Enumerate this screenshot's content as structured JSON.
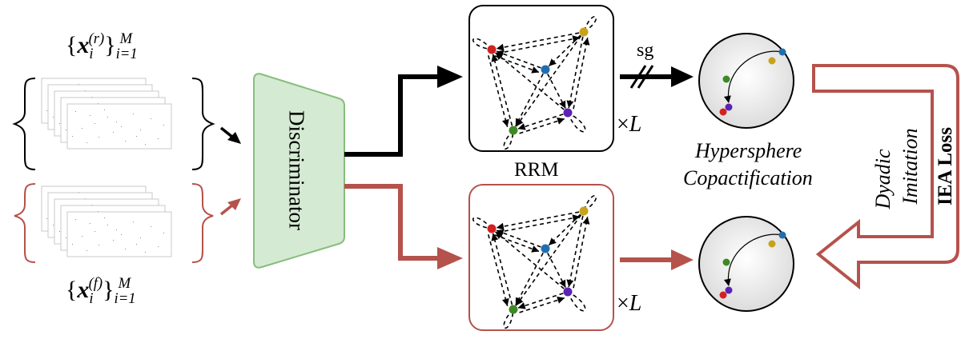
{
  "real_set": {
    "var": "x",
    "idx": "i",
    "sup": "(r)",
    "sub": "i=1",
    "upper": "M"
  },
  "fake_set": {
    "var": "x",
    "idx": "i",
    "sup": "(f)",
    "sub": "i=1",
    "upper": "M"
  },
  "discriminator_label": "Discriminator",
  "rrm_label": "RRM",
  "times_top": {
    "op": "×",
    "var": "L"
  },
  "times_bottom": {
    "op": "×",
    "var": "L"
  },
  "sg_label": "sg",
  "hypersphere_line1": "Hypersphere",
  "hypersphere_line2": "Copactification",
  "dyadic_line1": "Dyadic",
  "dyadic_line2": "Imitation",
  "iea_loss_label": "IEA Loss",
  "colors": {
    "black_path": "#000000",
    "red_path": "#b5524c",
    "disc_fill": "#d5ead2",
    "disc_stroke": "#86bd7c",
    "node_red": "#d22121",
    "node_blue": "#1f6fb0",
    "node_gold": "#c9a21b",
    "node_purple": "#5b22b5",
    "node_green": "#3c8a23"
  }
}
